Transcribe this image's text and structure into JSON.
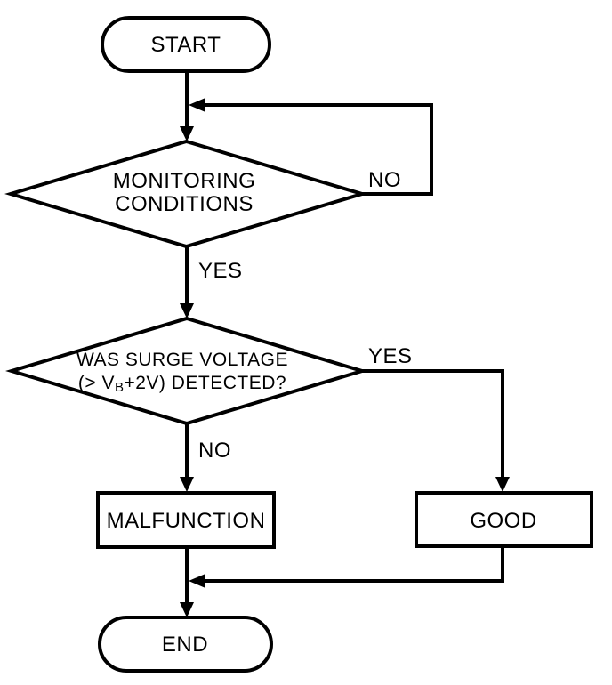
{
  "page": {
    "background_color": "#ffffff",
    "line_color": "#000000"
  },
  "flowchart": {
    "nodes": {
      "start": {
        "type": "terminator",
        "label": "START"
      },
      "monitoring": {
        "type": "decision",
        "line1": "MONITORING",
        "line2": "CONDITIONS"
      },
      "surge": {
        "type": "decision",
        "line1": "WAS SURGE VOLTAGE",
        "line2_prefix": "(> V",
        "line2_subscript": "B",
        "line2_suffix": "+2V) DETECTED?"
      },
      "malfunction": {
        "type": "process",
        "label": "MALFUNCTION"
      },
      "good": {
        "type": "process",
        "label": "GOOD"
      },
      "end": {
        "type": "terminator",
        "label": "END"
      }
    },
    "edge_labels": {
      "monitoring_no": "NO",
      "monitoring_yes": "YES",
      "surge_yes": "YES",
      "surge_no": "NO"
    }
  }
}
